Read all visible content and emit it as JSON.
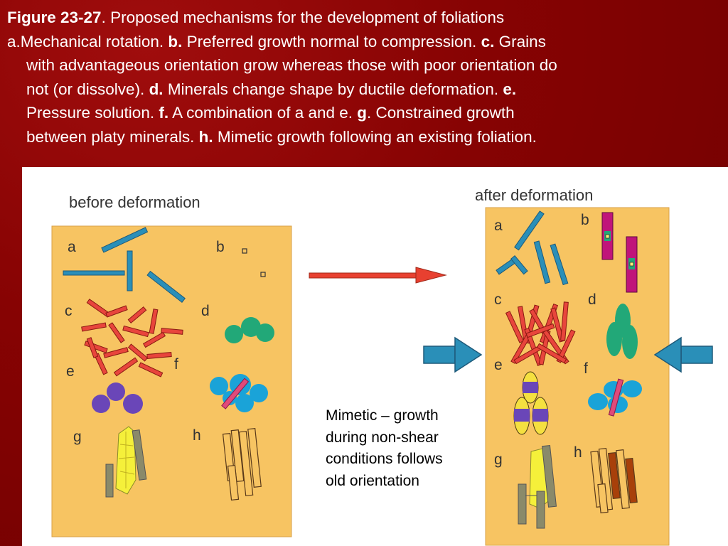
{
  "caption": {
    "fig_label": "Figure 23-27",
    "title": ". Proposed mechanisms for the development of foliations",
    "a_prefix": "a.",
    "a_text": "Mechanical rotation. ",
    "b_label": "b.",
    "b_text": " Preferred growth normal to compression. ",
    "c_label": "c.",
    "c_text_1": " Grains",
    "c_text_2": "with advantageous orientation grow whereas those with poor orientation do",
    "c_text_3": "not (or dissolve). ",
    "d_label": "d.",
    "d_text": " Minerals change shape by ductile deformation. ",
    "e_label": "e.",
    "e_text": "Pressure solution. ",
    "f_label": "f.",
    "f_text": " A combination of a and e. ",
    "g_label": "g",
    "g_text": ". Constrained growth",
    "g_text_2": "between platy minerals. ",
    "h_label": "h.",
    "h_text": " Mimetic growth following an existing foliation."
  },
  "figure": {
    "before_title": "before deformation",
    "after_title": "after deformation",
    "labels": [
      "a",
      "b",
      "c",
      "d",
      "e",
      "f",
      "g",
      "h"
    ]
  },
  "note": {
    "line1": "Mimetic – growth",
    "line2": "during non-shear",
    "line3": "conditions follows",
    "line4": "old orientation"
  },
  "colors": {
    "background": "#7a0000",
    "panel": "#f7c462",
    "blue_grain": "#2a8fb8",
    "red_grain": "#e8453c",
    "green_grain": "#22a878",
    "purple_grain": "#6a46b8",
    "magenta_grain": "#c0147a",
    "yellow_grain": "#f5f03a",
    "gray_grain": "#8a8a6a",
    "arrow_red": "#e84030",
    "arrow_blue": "#2a8fb8"
  }
}
